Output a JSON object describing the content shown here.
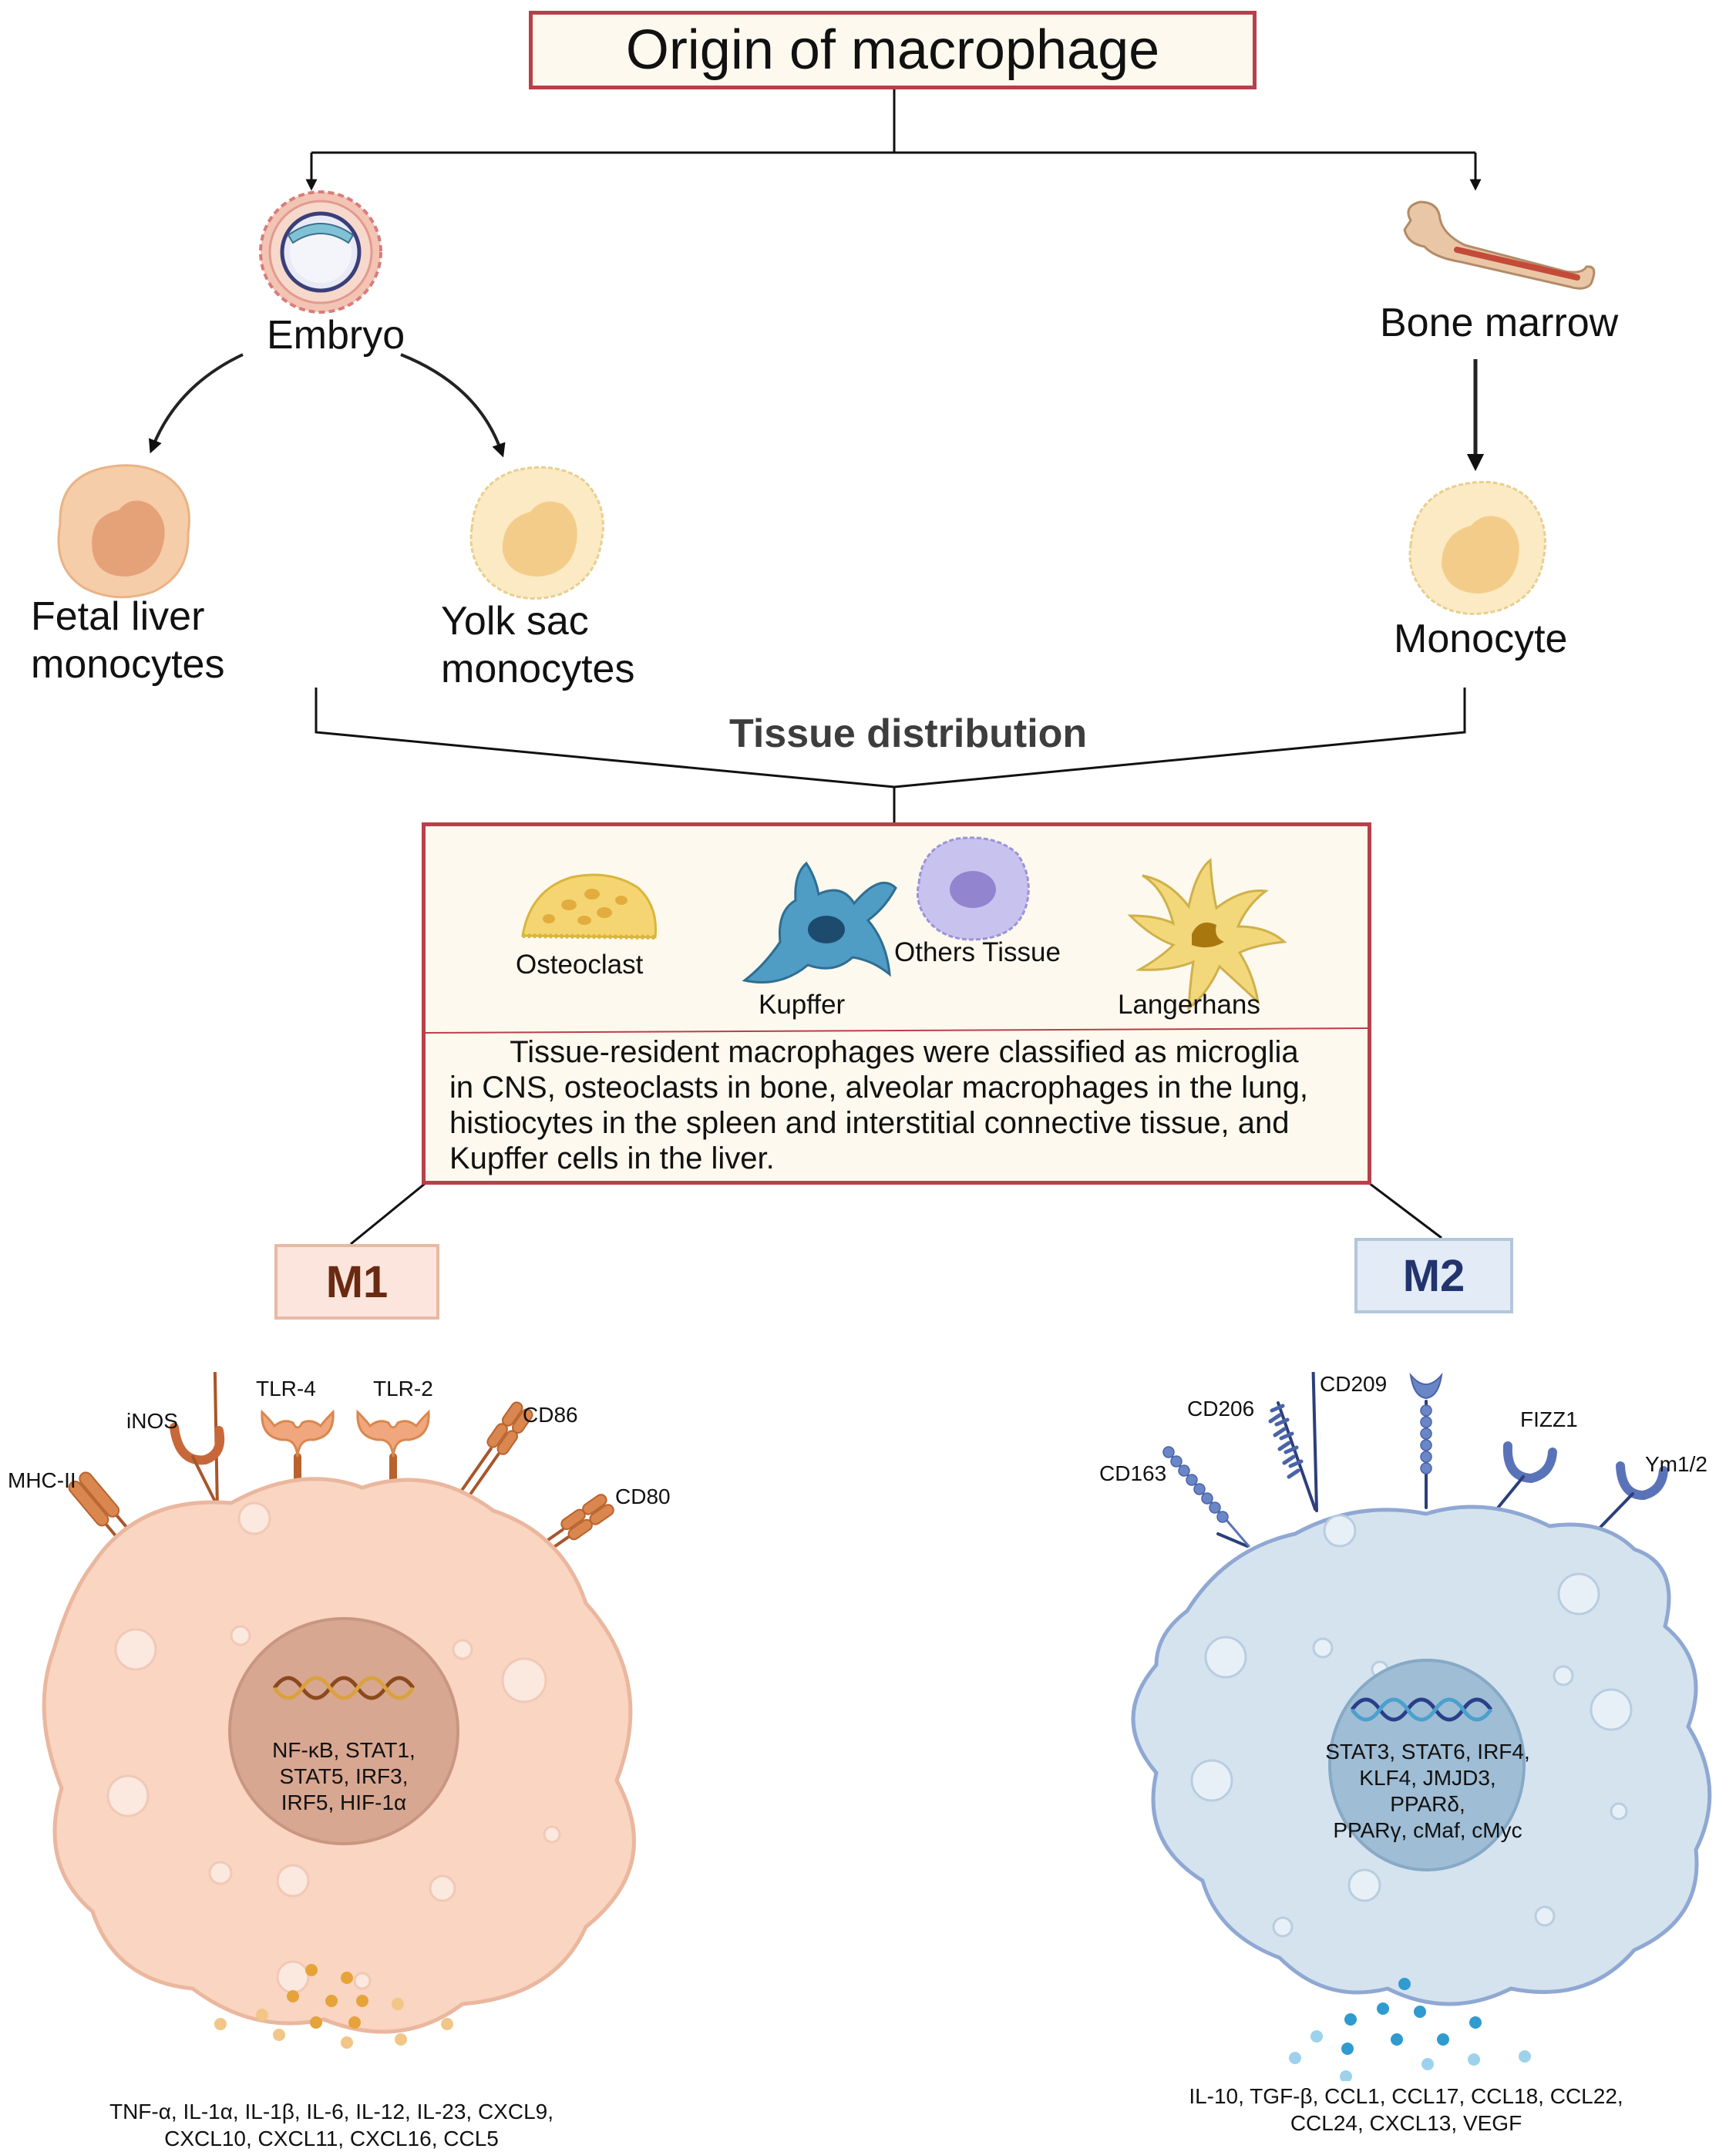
{
  "title": "Origin of macrophage",
  "sources": {
    "embryo": "Embryo",
    "bone_marrow": "Bone marrow"
  },
  "progenitors": {
    "fetal_liver": [
      "Fetal liver",
      "monocytes"
    ],
    "yolk_sac": [
      "Yolk sac",
      "monocytes"
    ],
    "monocyte": "Monocyte"
  },
  "tissue_distribution": {
    "heading": "Tissue distribution",
    "cells": {
      "osteoclast": "Osteoclast",
      "kupffer": "Kupffer",
      "others": "Others Tissue",
      "langerhans": "Langerhans"
    },
    "description": [
      "Tissue-resident macrophages were classified as microglia",
      "in CNS,  osteoclasts in bone, alveolar macrophages in the lung,",
      "histiocytes in the spleen and interstitial connective tissue, and",
      "Kupffer cells in the liver."
    ]
  },
  "m1": {
    "label": "M1",
    "receptors": {
      "mhc_ii": "MHC-II",
      "inos": "iNOS",
      "tlr4": "TLR-4",
      "tlr2": "TLR-2",
      "cd86": "CD86",
      "cd80": "CD80"
    },
    "transcription_factors": [
      "NF-κB, STAT1,",
      "STAT5, IRF3,",
      "IRF5, HIF-1α"
    ],
    "secreted": [
      "TNF-α, IL-1α, IL-1β, IL-6, IL-12, IL-23, CXCL9,",
      "CXCL10, CXCL11, CXCL16, CCL5"
    ],
    "colors": {
      "cell": "#f9d5c2",
      "edge": "#eab79e",
      "nucleus": "#d8a791",
      "accent": "#cf6f33"
    }
  },
  "m2": {
    "label": "M2",
    "receptors": {
      "cd163": "CD163",
      "cd206": "CD206",
      "cd209": "CD209",
      "fizz1": "FIZZ1",
      "ym12": "Ym1/2"
    },
    "transcription_factors": [
      "STAT3, STAT6, IRF4,",
      "KLF4, JMJD3, PPARδ,",
      "PPARγ, cMaf, cMyc"
    ],
    "secreted": [
      "IL-10, TGF-β, CCL1, CCL17, CCL18, CCL22,",
      "CCL24, CXCL13, VEGF"
    ],
    "colors": {
      "cell": "#d5e3ef",
      "edge": "#8fa8d3",
      "nucleus": "#9fbdd4",
      "accent": "#5a73b8"
    }
  }
}
